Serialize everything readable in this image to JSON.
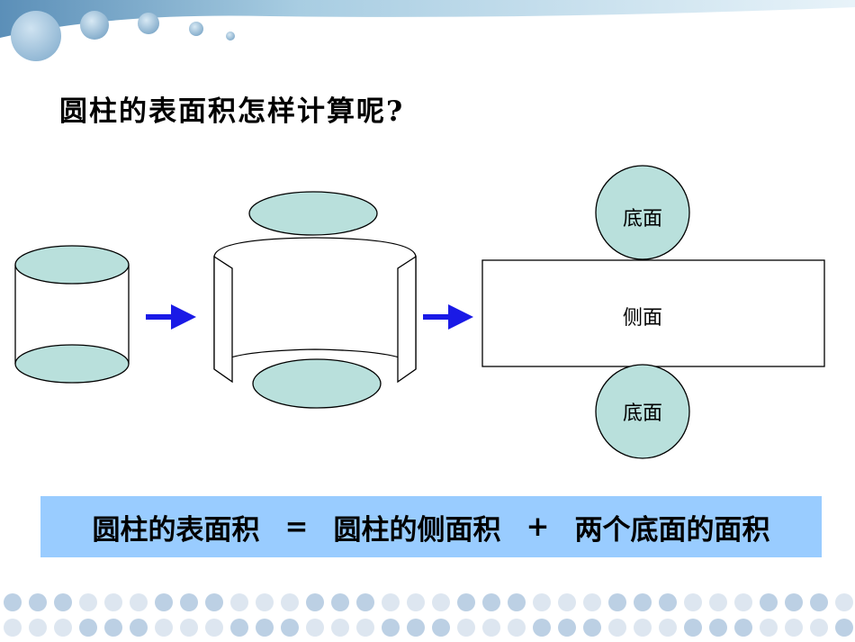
{
  "title": "圆柱的表面积怎样计算呢?",
  "net": {
    "top_base": "底面",
    "lateral": "侧面",
    "bottom_base": "底面"
  },
  "formula": {
    "left": "圆柱的表面积",
    "equals": "=",
    "term1": "圆柱的侧面积",
    "plus": "+",
    "term2": "两个底面的面积"
  },
  "colors": {
    "base_fill": "#b9e0dc",
    "arrow": "#1a1ae6",
    "formula_bg": "#99ccff",
    "dot_light": "#dde6f0",
    "dot_dark": "#bcd0e4",
    "banner": "#c9e2f0"
  }
}
